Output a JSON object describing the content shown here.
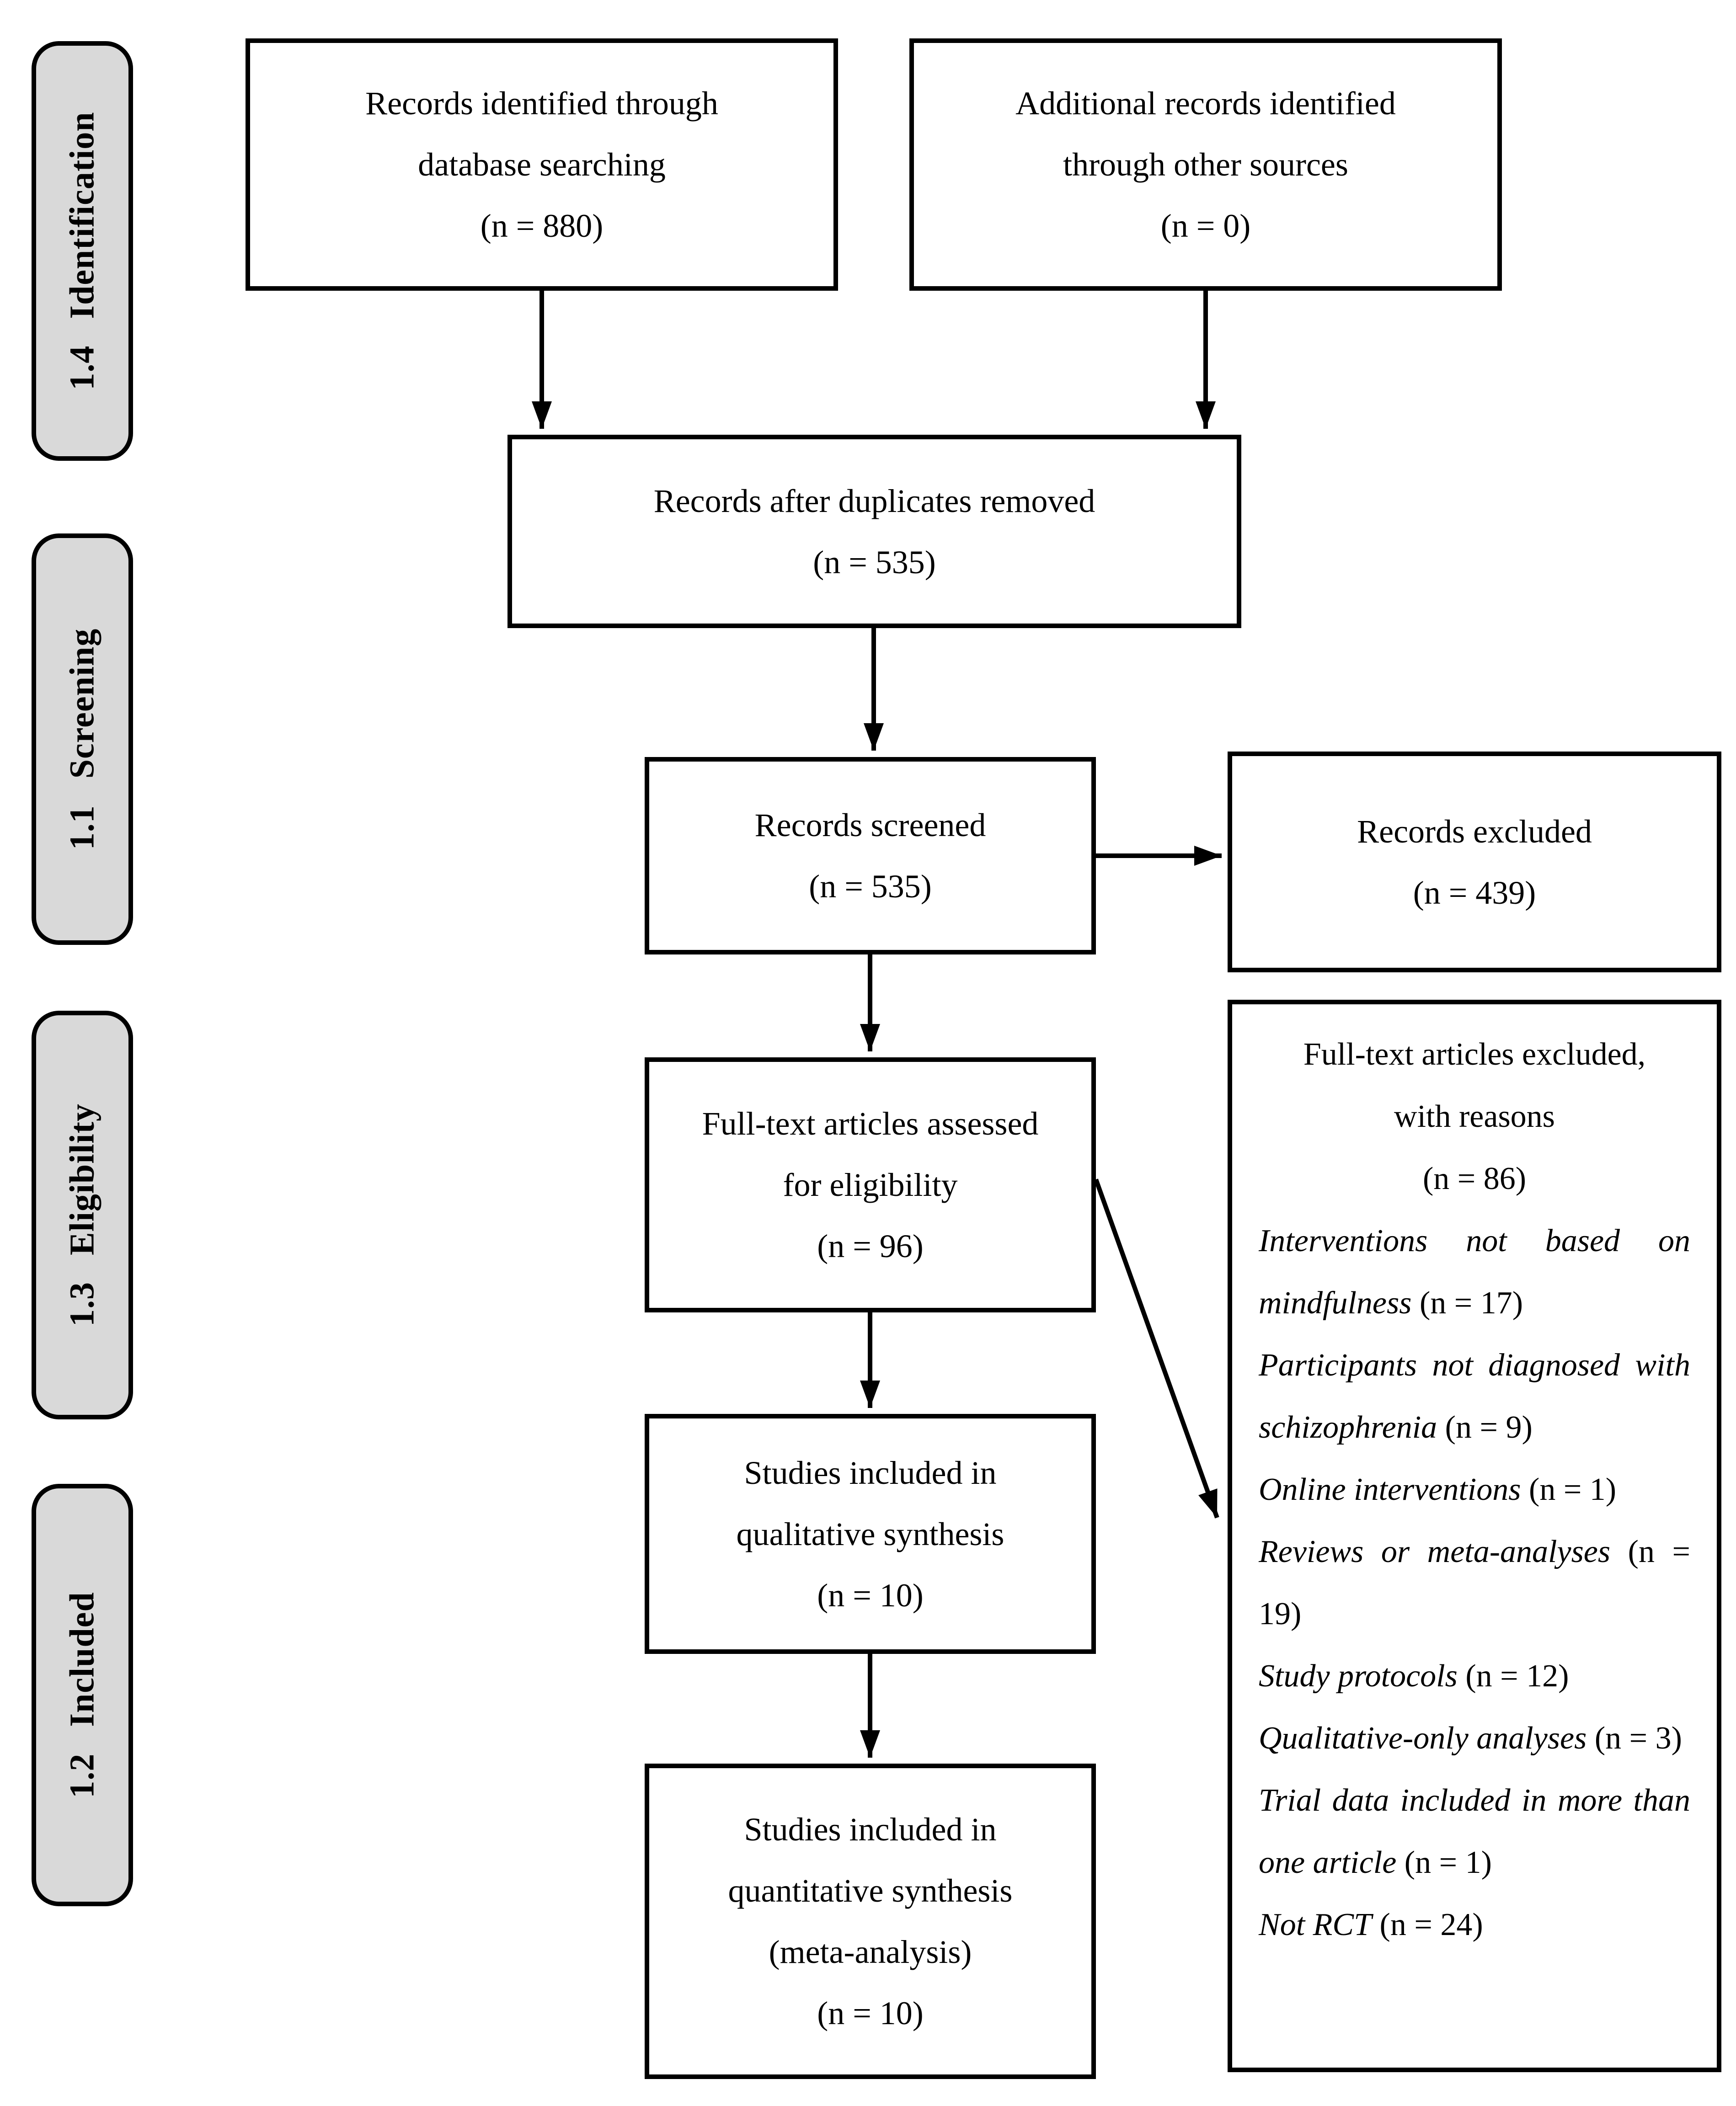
{
  "page": {
    "background": "#ffffff",
    "line_color": "#000000",
    "stage_fill": "#d9d9d9"
  },
  "sidebar": {
    "stages": [
      {
        "number": "1.4",
        "label": "Identification"
      },
      {
        "number": "1.1",
        "label": "Screening"
      },
      {
        "number": "1.3",
        "label": "Eligibility"
      },
      {
        "number": "1.2",
        "label": "Included"
      }
    ]
  },
  "boxes": {
    "identified": {
      "line1": "Records identified through",
      "line2": "database searching",
      "line3": "(n = 880)"
    },
    "additional": {
      "line1": "Additional records identified",
      "line2": "through other sources",
      "line3": "(n = 0)"
    },
    "deduplicated": {
      "line1": "Records after duplicates removed",
      "line2": "(n = 535)"
    },
    "screened": {
      "line1": "Records screened",
      "line2": "(n = 535)"
    },
    "records_excluded": {
      "line1": "Records excluded",
      "line2": "(n = 439)"
    },
    "fulltext_assessed": {
      "line1": "Full-text articles assessed",
      "line2": "for eligibility",
      "line3": "(n = 96)"
    },
    "qualitative": {
      "line1": "Studies included in",
      "line2": "qualitative synthesis",
      "line3": "(n = 10)"
    },
    "quantitative": {
      "line1": "Studies included in",
      "line2": "quantitative synthesis",
      "line3": "(meta-analysis)",
      "line4": "(n = 10)"
    },
    "fulltext_excluded": {
      "header_line1": "Full-text articles excluded,",
      "header_line2": "with reasons",
      "header_line3": "(n = 86)",
      "reasons": [
        {
          "label": "Interventions not based on mindfulness",
          "count": "(n = 17)"
        },
        {
          "label": "Participants not diagnosed with schizophrenia",
          "count": "(n = 9)"
        },
        {
          "label": "Online interventions",
          "count": "(n = 1)"
        },
        {
          "label": "Reviews or meta-analyses",
          "count": "(n = 19)"
        },
        {
          "label": "Study protocols",
          "count": "(n = 12)"
        },
        {
          "label": "Qualitative-only analyses",
          "count": "(n = 3)"
        },
        {
          "label": "Trial data included in more than one article",
          "count": "(n = 1)"
        },
        {
          "label": "Not RCT",
          "count": "(n = 24)"
        }
      ]
    }
  }
}
